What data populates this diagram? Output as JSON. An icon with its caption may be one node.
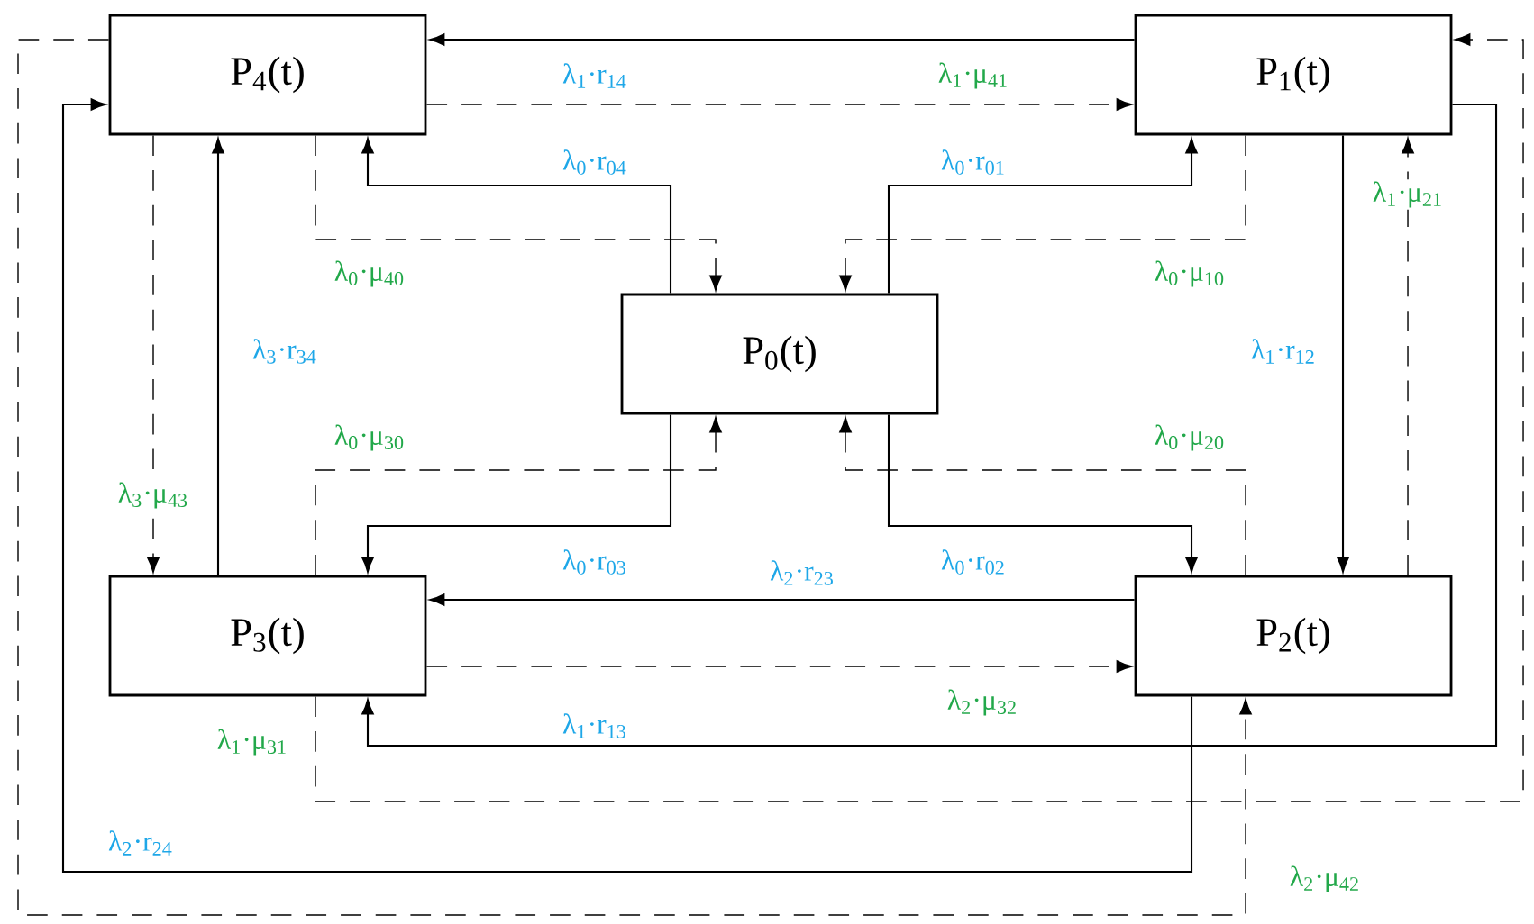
{
  "diagram": {
    "nodes": [
      {
        "text": [
          "P$_{4}$(t)"
        ]
      },
      {
        "text": [
          "P$_{1}$(t)"
        ]
      },
      {
        "text": [
          "P$_{0}$(t)"
        ]
      },
      {
        "text": [
          "P$_{3}$(t)"
        ]
      },
      {
        "text": [
          "P$_{2}$(t)"
        ]
      }
    ],
    "edges": [
      {
        "from": 1,
        "to": 0,
        "arrow": "to",
        "label": "λ$_{1}$·r$_{14}$"
      },
      {
        "from": 0,
        "to": 1,
        "arrow": "to",
        "label": "λ$_{1}$·μ$_{41}$",
        "style": "dashed"
      },
      {
        "from": 2,
        "to": 0,
        "arrow": "to",
        "label": "λ$_{0}$·r$_{04}$"
      },
      {
        "from": 0,
        "to": 2,
        "arrow": "to",
        "label": "λ$_{0}$·μ$_{40}$",
        "style": "dashed"
      },
      {
        "from": 2,
        "to": 1,
        "arrow": "to",
        "label": "λ$_{0}$·r$_{01}$"
      },
      {
        "from": 1,
        "to": 2,
        "arrow": "to",
        "label": "λ$_{0}$·μ$_{10}$",
        "style": "dashed"
      },
      {
        "from": 2,
        "to": 3,
        "arrow": "to",
        "label": "λ$_{0}$·r$_{03}$"
      },
      {
        "from": 3,
        "to": 2,
        "arrow": "to",
        "label": "λ$_{0}$·μ$_{30}$",
        "style": "dashed"
      },
      {
        "from": 2,
        "to": 4,
        "arrow": "to",
        "label": "λ$_{0}$·r$_{02}$"
      },
      {
        "from": 4,
        "to": 2,
        "arrow": "to",
        "label": "λ$_{0}$·μ$_{20}$",
        "style": "dashed"
      },
      {
        "from": 3,
        "to": 0,
        "arrow": "to",
        "label": "λ$_{3}$·r$_{34}$"
      },
      {
        "from": 0,
        "to": 3,
        "arrow": "to",
        "label": "λ$_{3}$·μ$_{43}$",
        "style": "dashed"
      },
      {
        "from": 1,
        "to": 4,
        "arrow": "to",
        "label": "λ$_{1}$·r$_{12}$"
      },
      {
        "from": 4,
        "to": 1,
        "arrow": "to",
        "label": "λ$_{1}$·μ$_{21}$",
        "style": "dashed"
      },
      {
        "from": 4,
        "to": 3,
        "arrow": "to",
        "label": "λ$_{2}$·r$_{23}$"
      },
      {
        "from": 3,
        "to": 4,
        "arrow": "to",
        "label": "λ$_{2}$·μ$_{32}$",
        "style": "dashed"
      },
      {
        "from": 1,
        "to": 3,
        "arrow": "to",
        "label": "λ$_{1}$·r$_{13}$"
      },
      {
        "from": 3,
        "to": 1,
        "arrow": "to",
        "label": "λ$_{1}$·μ$_{31}$",
        "style": "dashed"
      },
      {
        "from": 4,
        "to": 0,
        "arrow": "to",
        "label": "λ$_{2}$·r$_{24}$"
      },
      {
        "from": 0,
        "to": 4,
        "arrow": "to",
        "label": "λ$_{2}$·μ$_{42}$",
        "style": "dashed"
      }
    ]
  }
}
